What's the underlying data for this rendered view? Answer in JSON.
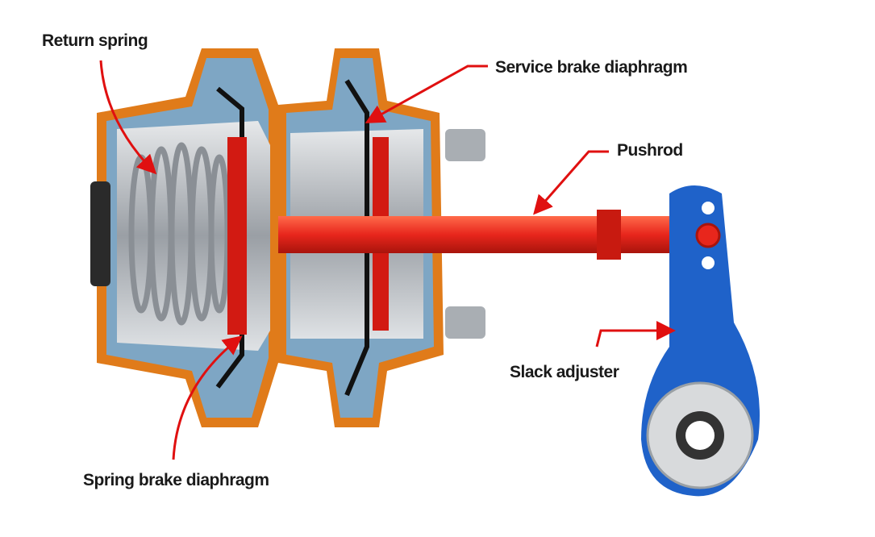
{
  "labels": {
    "return_spring": "Return spring",
    "service_brake_diaphragm": "Service brake diaphragm",
    "pushrod": "Pushrod",
    "slack_adjuster": "Slack adjuster",
    "spring_brake_diaphragm": "Spring brake diaphragm"
  },
  "colors": {
    "housing_outline": "#e07b1a",
    "housing_inner": "#7ea6c4",
    "chamber": "#c9cdd1",
    "rod": "#e8261c",
    "slack_adjuster": "#1f62c9",
    "arrow": "#e01010"
  }
}
